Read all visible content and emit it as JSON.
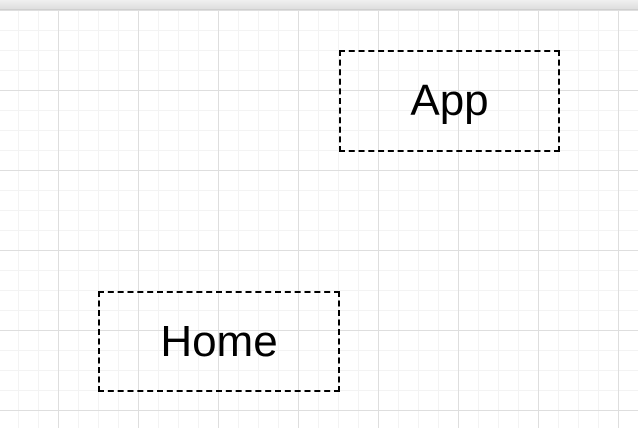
{
  "diagram": {
    "nodes": [
      {
        "id": "app",
        "label": "App"
      },
      {
        "id": "home",
        "label": "Home"
      }
    ]
  },
  "colors": {
    "node_border": "#000000",
    "grid_major": "#dedede",
    "grid_minor": "#f3f3f3",
    "background": "#ffffff"
  },
  "style": {
    "node_border": "dashed",
    "grid": true
  }
}
